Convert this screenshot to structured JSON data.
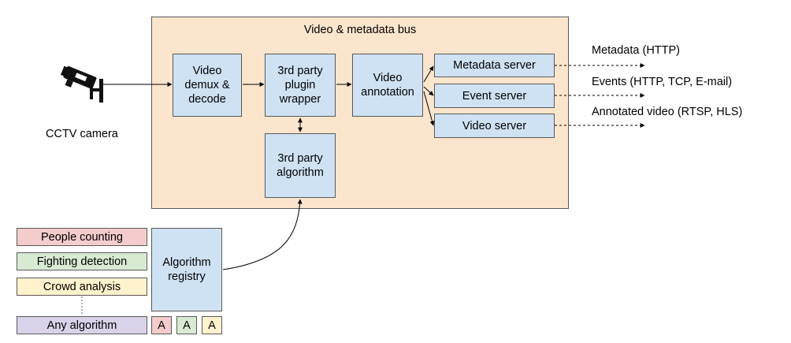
{
  "bus": {
    "title": "Video & metadata bus"
  },
  "camera": {
    "icon": "cctv-camera-icon",
    "label": "CCTV camera"
  },
  "nodes": {
    "demux": "Video\ndemux &\ndecode",
    "plugin_wrapper": "3rd party\nplugin\nwrapper",
    "algorithm": "3rd party\nalgorithm",
    "annotation": "Video\nannotation",
    "metadata_server": "Metadata server",
    "event_server": "Event server",
    "video_server": "Video server",
    "registry": "Algorithm\nregistry"
  },
  "outputs": {
    "metadata": "Metadata (HTTP)",
    "events": "Events (HTTP, TCP, E-mail)",
    "video": "Annotated video (RTSP, HLS)"
  },
  "algorithms": [
    {
      "label": "People counting",
      "color": "#f4cccc"
    },
    {
      "label": "Fighting detection",
      "color": "#d9ead3"
    },
    {
      "label": "Crowd analysis",
      "color": "#fff2cc"
    },
    {
      "label": "Any algorithm",
      "color": "#d9d2e9"
    }
  ],
  "instances": [
    {
      "label": "A",
      "color": "#f4cccc"
    },
    {
      "label": "A",
      "color": "#d9ead3"
    },
    {
      "label": "A",
      "color": "#fff2cc"
    }
  ]
}
